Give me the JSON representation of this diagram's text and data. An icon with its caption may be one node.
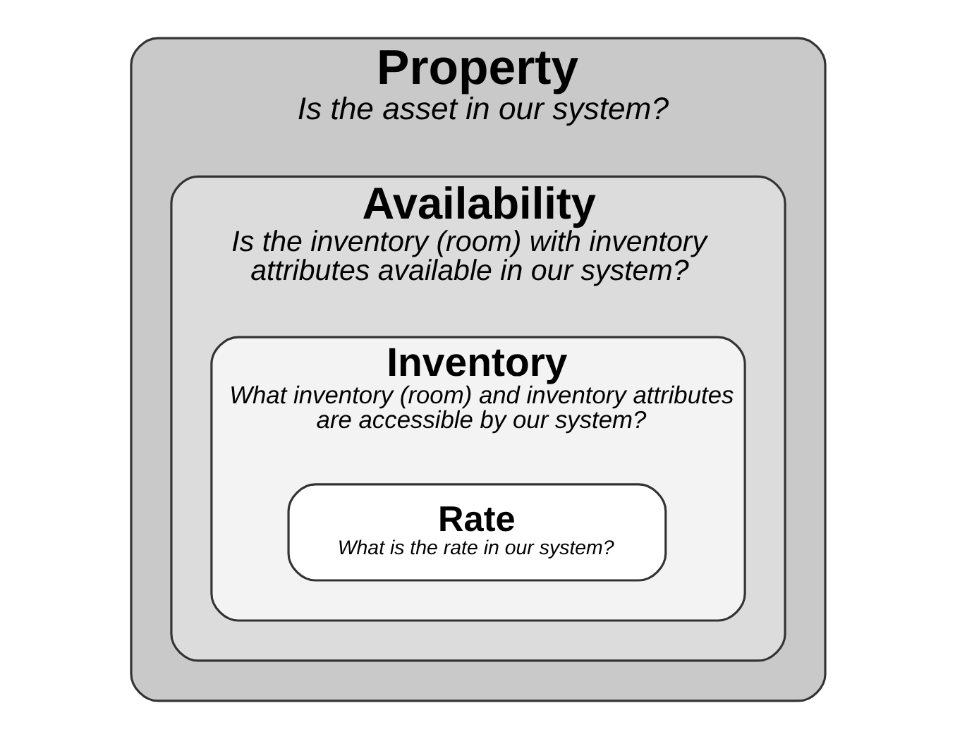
{
  "diagram": {
    "nodes": [
      {
        "text": [
          "Property",
          "Is the asset in our system?"
        ]
      },
      {
        "text": [
          "Availability",
          "Is the inventory (room) with inventory attributes available in our system?"
        ],
        "in": 0
      },
      {
        "text": [
          "Inventory",
          "What inventory (room) and inventory attributes are accessible by our system?"
        ],
        "in": 1
      },
      {
        "text": [
          "Rate",
          "What is the rate in our system?"
        ],
        "in": 2
      }
    ],
    "edges": []
  }
}
